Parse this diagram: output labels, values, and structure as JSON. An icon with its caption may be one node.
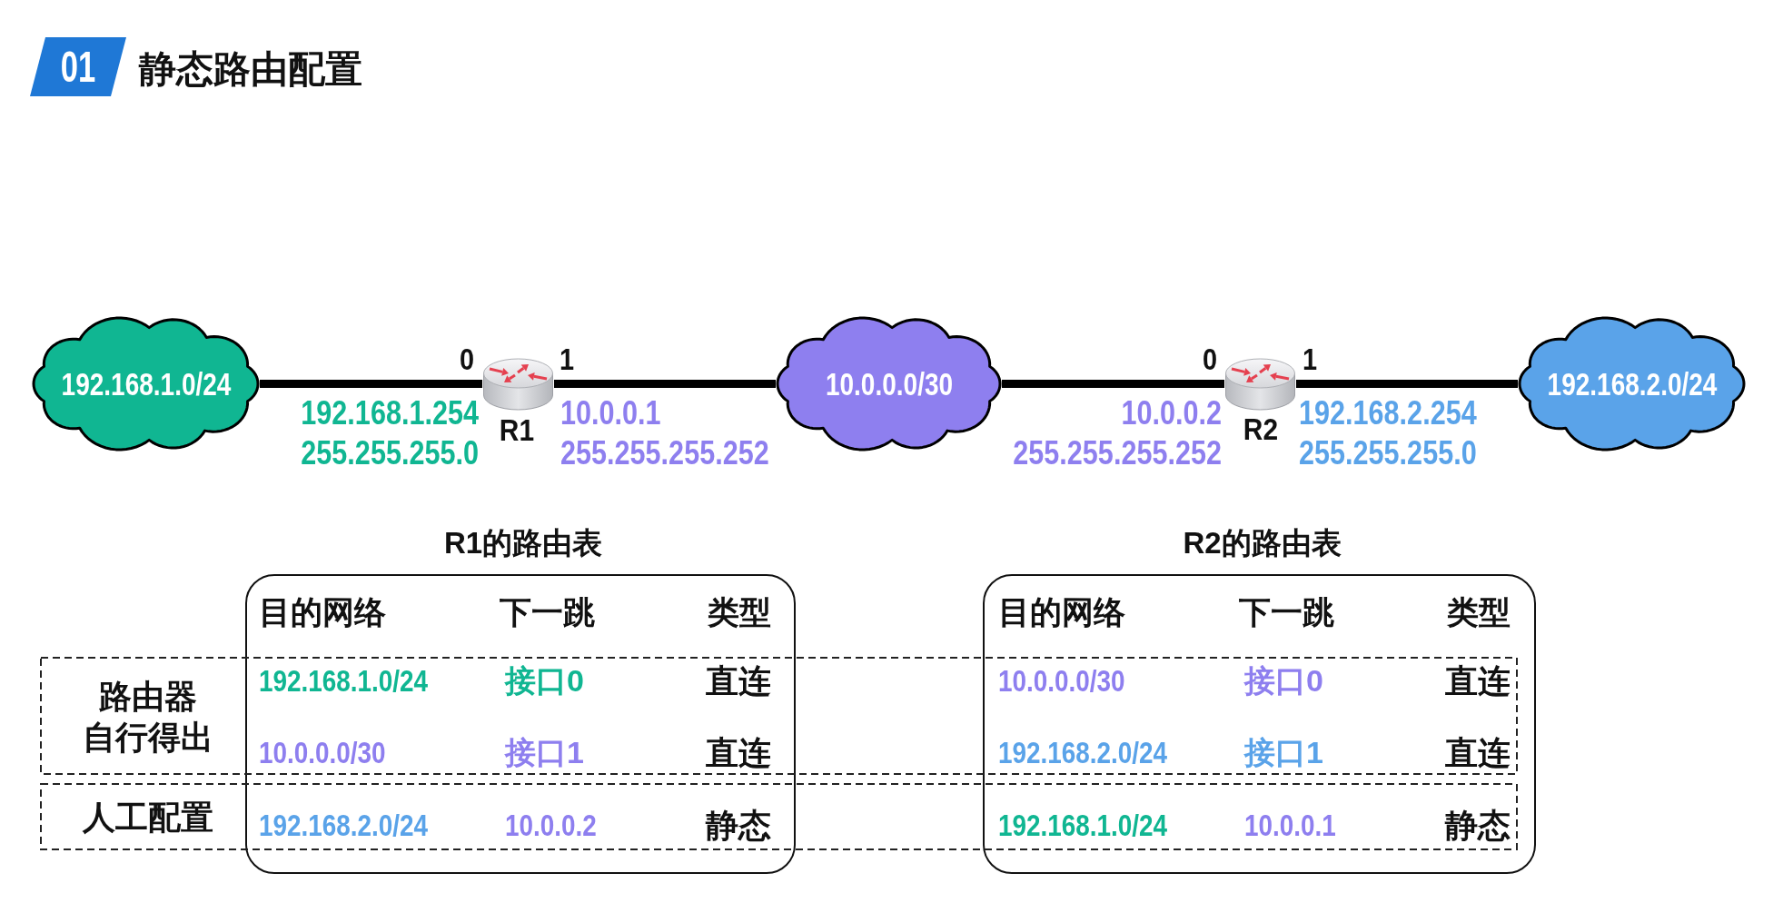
{
  "diagram": {
    "title": "静态路由配置",
    "nodes": [
      {
        "text": [
          "01"
        ]
      },
      {
        "text": [
          "192.168.1.0/24"
        ]
      },
      {
        "text": [
          "R1"
        ],
        "beside": [
          "0",
          "1",
          "192.168.1.254 255.255.255.0",
          "10.0.0.1 255.255.255.252"
        ]
      },
      {
        "text": [
          "10.0.0.0/30"
        ]
      },
      {
        "text": [
          "R2"
        ],
        "beside": [
          "0",
          "1",
          "10.0.0.2 255.255.255.252",
          "192.168.2.254 255.255.255.0"
        ]
      },
      {
        "text": [
          "192.168.2.0/24"
        ]
      },
      {
        "text": [
          "R1的路由表",
          "目的网络",
          "下一跳",
          "类型",
          "192.168.1.0/24",
          "接口0",
          "直连",
          "10.0.0.0/30",
          "接口1",
          "直连",
          "192.168.2.0/24",
          "10.0.0.2",
          "静态"
        ]
      },
      {
        "text": [
          "R2的路由表",
          "目的网络",
          "下一跳",
          "类型",
          "10.0.0.0/30",
          "接口0",
          "直连",
          "192.168.2.0/24",
          "接口1",
          "直连",
          "192.168.1.0/24",
          "10.0.0.1",
          "静态"
        ]
      }
    ],
    "edges": [
      {
        "from": 1,
        "to": 2,
        "arrow": "none"
      },
      {
        "from": 2,
        "to": 3,
        "arrow": "none"
      },
      {
        "from": 3,
        "to": 4,
        "arrow": "none"
      },
      {
        "from": 4,
        "to": 5,
        "arrow": "none"
      }
    ],
    "labels": [
      "路由器自行得出",
      "人工配置"
    ]
  }
}
